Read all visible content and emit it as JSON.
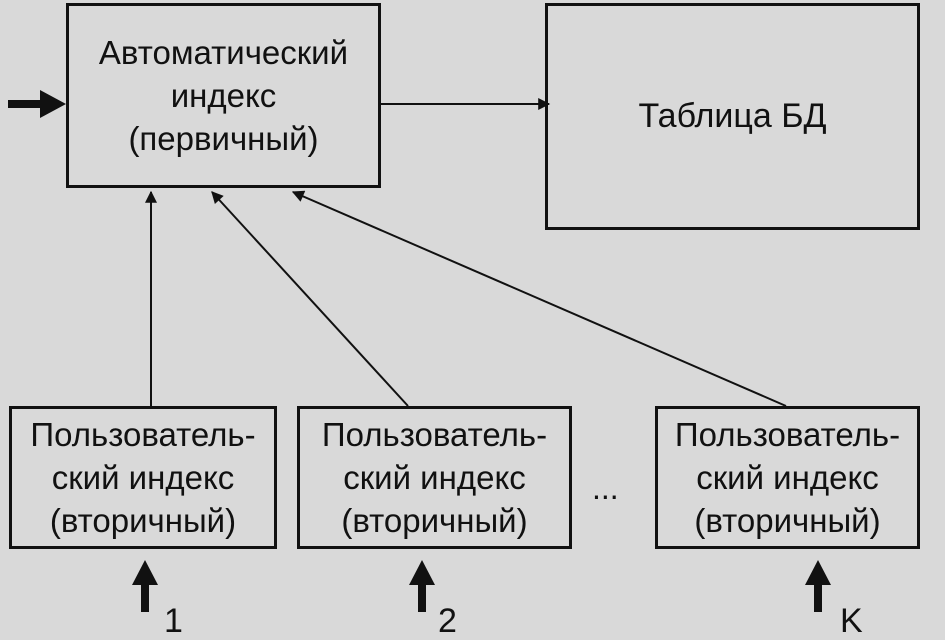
{
  "diagram": {
    "primary_index": {
      "lines": [
        "Автоматический",
        "индекс",
        "(первичный)"
      ]
    },
    "db_table": {
      "label": "Таблица БД"
    },
    "secondary_indexes": [
      {
        "lines": [
          "Пользователь-",
          "ский индекс",
          "(вторичный)"
        ],
        "input_label": "1"
      },
      {
        "lines": [
          "Пользователь-",
          "ский индекс",
          "(вторичный)"
        ],
        "input_label": "2"
      },
      {
        "lines": [
          "Пользователь-",
          "ский индекс",
          "(вторичный)"
        ],
        "input_label": "K"
      }
    ],
    "ellipsis": "..."
  },
  "colors": {
    "ink": "#111111",
    "paper": "#d9d9d9"
  }
}
